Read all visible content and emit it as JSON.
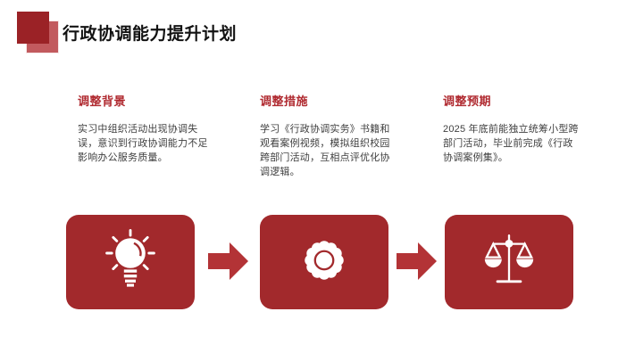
{
  "slide": {
    "title": "行政协调能力提升计划",
    "colors": {
      "tile_red": "#a2292c",
      "arrow_red": "#b33336",
      "heading_red": "#b02a30",
      "logo_dark_red": "#9b2226",
      "logo_light_red": "#c25a5e",
      "title_text": "#121212",
      "body_text": "#3f3f3f",
      "background": "#ffffff"
    },
    "columns": [
      {
        "heading": "调整背景",
        "body": "实习中组织活动出现协调失误，意识到行政协调能力不足影响办公服务质量。",
        "icon": "lightbulb-icon"
      },
      {
        "heading": "调整措施",
        "body": "学习《行政协调实务》书籍和观看案例视频，模拟组织校园跨部门活动，互相点评优化协调逻辑。",
        "icon": "badge-icon"
      },
      {
        "heading": "调整预期",
        "body": "2025 年底前能独立统筹小型跨部门活动，毕业前完成《行政协调案例集》。",
        "icon": "scales-icon"
      }
    ]
  }
}
